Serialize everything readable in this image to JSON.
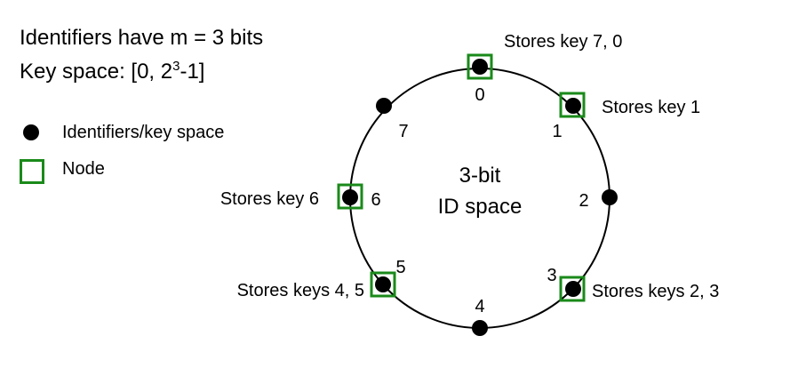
{
  "header": {
    "line1": "Identifiers have m = 3 bits",
    "line2_prefix": "Key space: [0, 2",
    "line2_exponent": "3",
    "line2_suffix": "-1]"
  },
  "legend": {
    "identifier_label": "Identifiers/key space",
    "node_label": "Node"
  },
  "ring": {
    "center_line1": "3-bit",
    "center_line2": "ID space",
    "identifiers": [
      "0",
      "1",
      "2",
      "3",
      "4",
      "5",
      "6",
      "7"
    ],
    "node_identifiers": [
      "0",
      "1",
      "3",
      "5",
      "6"
    ],
    "node_color": "#1a8a1a",
    "dot_color": "#000000"
  },
  "annotations": {
    "node0": "Stores key 7, 0",
    "node1": "Stores key 1",
    "node3": "Stores keys 2, 3",
    "node5": "Stores keys 4, 5",
    "node6": "Stores key 6"
  }
}
